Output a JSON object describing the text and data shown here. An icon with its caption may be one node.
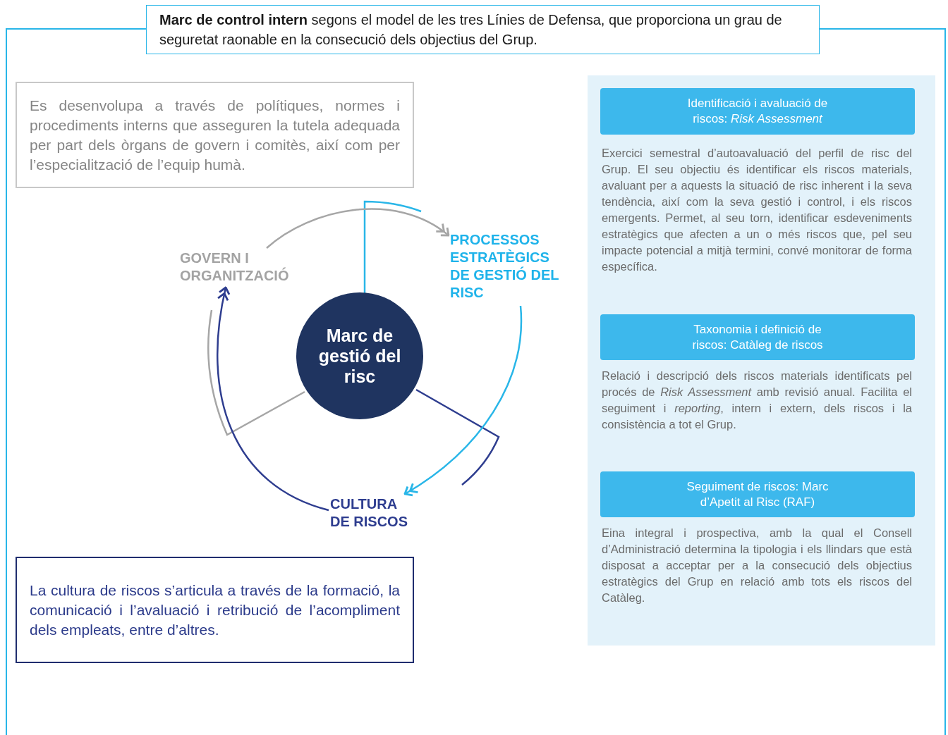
{
  "diagram": {
    "title": "**Marc de control intern** segons el model de les tres Línies de Defensa, que proporciona un grau de seguretat raonable en la consecució dels objectius del Grup.",
    "nodes": [
      {
        "text": [
          "Es desenvolupa a través de polítiques, normes i procediments interns que asseguren la tutela adequada per part dels òrgans de govern i comitès, així com per l’especialització de l’equip humà."
        ]
      },
      {
        "text": [
          "GOVERN I ORGANITZACIÓ"
        ]
      },
      {
        "text": [
          "PROCESSOS ESTRATÈGICS DE GESTIÓ DEL RISC"
        ]
      },
      {
        "text": [
          "Marc de gestió del risc"
        ]
      },
      {
        "text": [
          "CULTURA DE RISCOS"
        ]
      },
      {
        "text": [
          "La cultura de riscos s’articula a través de la formació, la comunicació i l’avaluació i retribució de l’acompliment dels empleats, entre d’altres."
        ]
      },
      {
        "text": [
          "Identificació i avaluació de riscos: *Risk Assessment*"
        ],
        "beside": [
          "Exercici semestral d’autoavaluació del perfil de risc del Grup. El seu objectiu és identificar els riscos materials, avaluant per a aquests la situació de risc inherent i la seva tendència, així com la seva gestió i control, i els riscos emergents. Permet, al seu torn, identificar esdeveniments estratègics que afecten a un o més riscos que, pel seu impacte potencial a mitjà termini, convé monitorar de forma específica."
        ]
      },
      {
        "text": [
          "Taxonomia i definició de riscos: Catàleg de riscos"
        ],
        "beside": [
          "Relació i descripció dels riscos materials identificats pel procés de *Risk Assessment* amb revisió anual. Facilita el seguiment i *reporting*, intern i extern, dels riscos i la consistència a tot el Grup."
        ]
      },
      {
        "text": [
          "Seguiment de riscos: Marc d’Apetit al Risc (RAF)"
        ],
        "beside": [
          "Eina integral i prospectiva, amb la qual el Consell d’Administració determina la tipologia i els llindars que està disposat a acceptar per a la consecució dels objectius estratègics del Grup en relació amb tots els riscos del Catàleg."
        ]
      }
    ],
    "edges": [
      {
        "from": 1,
        "to": 2,
        "arrow": "to",
        "color": "#a6a6a6"
      },
      {
        "from": 2,
        "to": 4,
        "arrow": "to",
        "color": "#29b6e8"
      },
      {
        "from": 4,
        "to": 1,
        "arrow": "to",
        "color": "#2e3d8f"
      }
    ]
  }
}
